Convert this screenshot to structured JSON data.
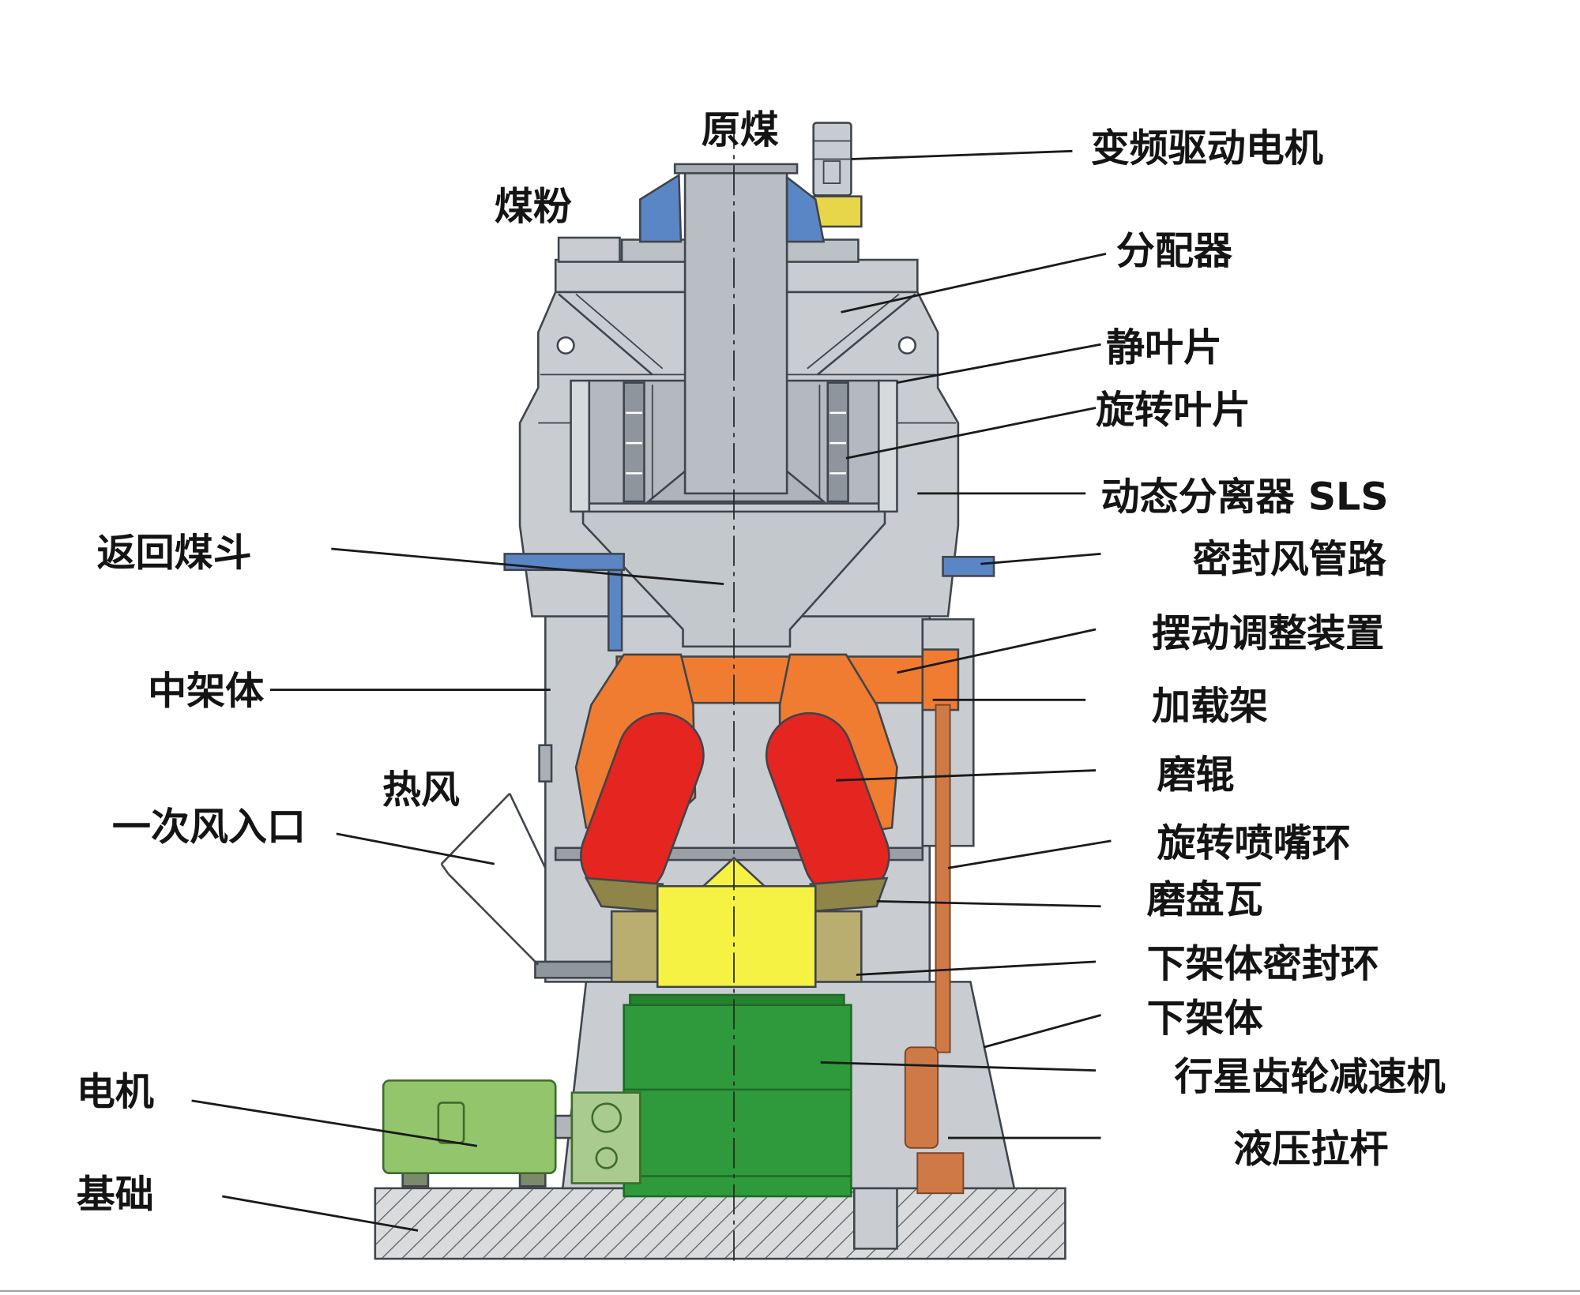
{
  "diagram": {
    "top_labels": {
      "raw_coal": "原煤",
      "coal_powder": "煤粉"
    },
    "right_labels": {
      "vfd_drive_motor": "变频驱动电机",
      "distributor": "分配器",
      "static_blades": "静叶片",
      "rotating_blades": "旋转叶片",
      "dynamic_separator": "动态分离器 SLS",
      "seal_air_pipe": "密封风管路",
      "swing_adjuster": "摆动调整装置",
      "loading_frame": "加载架",
      "grinding_roller": "磨辊",
      "rotating_nozzle_ring": "旋转喷嘴环",
      "table_liner": "磨盘瓦",
      "lower_frame_seal_ring": "下架体密封环",
      "lower_frame": "下架体",
      "planetary_gearbox": "行星齿轮减速机",
      "hydraulic_tie_rod": "液压拉杆"
    },
    "left_labels": {
      "return_hopper": "返回煤斗",
      "middle_frame": "中架体",
      "hot_air": "热风",
      "primary_air_inlet": "一次风入口",
      "motor": "电机",
      "foundation": "基础"
    }
  },
  "colors": {
    "body_gray": "#c9cdd1",
    "cavity_gray": "#b3b9bf",
    "pipe_gray": "#b9bec4",
    "vane_gray": "#8e959c",
    "blue": "#5b86c6",
    "orange": "#f07c32",
    "roller_red": "#e5251f",
    "table_yellow": "#f6f244",
    "gearbox_green": "#2f9a3b",
    "motor_green": "#93c56c",
    "coupling_green": "#a9cb8f",
    "rod_brown": "#cf7a46",
    "motor_base_yellow": "#e8d64a"
  }
}
